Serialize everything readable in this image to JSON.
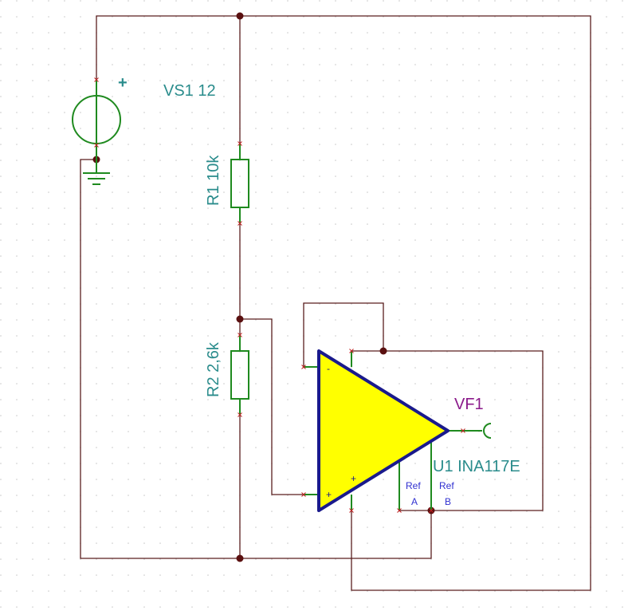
{
  "schematic": {
    "source": {
      "name": "VS1",
      "value": "12",
      "label": "VS1 12",
      "polarity": "+"
    },
    "resistor1": {
      "name": "R1",
      "value": "10k",
      "label": "R1 10k"
    },
    "resistor2": {
      "name": "R2",
      "value": "2,6k",
      "label": "R2 2,6k"
    },
    "amplifier": {
      "name": "U1",
      "part": "INA117E",
      "label": "U1 INA117E",
      "pins": {
        "minus": "-",
        "plus": "+",
        "ref_a_1": "Ref",
        "ref_a_2": "A",
        "ref_b_1": "Ref",
        "ref_b_2": "B"
      },
      "fill_color": "#ffff00",
      "outline_color": "#1a1a8c"
    },
    "probe": {
      "name": "VF1",
      "label": "VF1",
      "color": "#8b1a8b"
    },
    "colors": {
      "wire": "#5a1f1f",
      "component": "#1f8a1f",
      "label": "#2a8c8c",
      "pin_text": "#3030d0",
      "grid_dot": "#c8c8c8"
    }
  }
}
